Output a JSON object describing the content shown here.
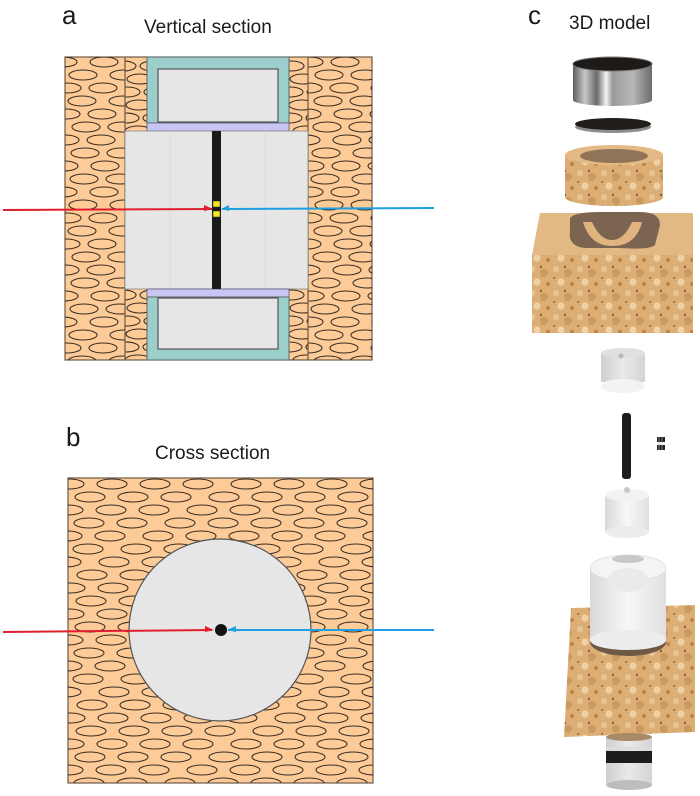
{
  "panels": {
    "a": {
      "letter": "a",
      "title": "Vertical section"
    },
    "b": {
      "letter": "b",
      "title": "Cross section"
    },
    "c": {
      "letter": "c",
      "title": "3D model"
    }
  },
  "colors": {
    "rock": "#fdcb98",
    "rock_stroke": "#6b5a48",
    "pore_stroke": "#3a2e22",
    "steel_cap": "#9ccfcc",
    "spacer": "#c9c6f4",
    "insert": "#e6e6e6",
    "rod": "#1a1a1a",
    "marker": "#f4e81c",
    "incident_beam": "#e01f2e",
    "return_beam": "#1f9ee0",
    "cork": "#d9a86a",
    "cork_dark": "#b7864d",
    "metal": "#8a8a8a",
    "white_part": "#f2f2f2"
  },
  "components_3d": [
    "steel-cap-cylinder",
    "dark-disc",
    "rock-ring",
    "rock-block-top-with-recess",
    "upper-insert-cylinder",
    "black-rod",
    "small-markers",
    "lower-insert-cylinder",
    "white-sleeve",
    "rock-block-bottom",
    "steel-base-cylinder"
  ]
}
